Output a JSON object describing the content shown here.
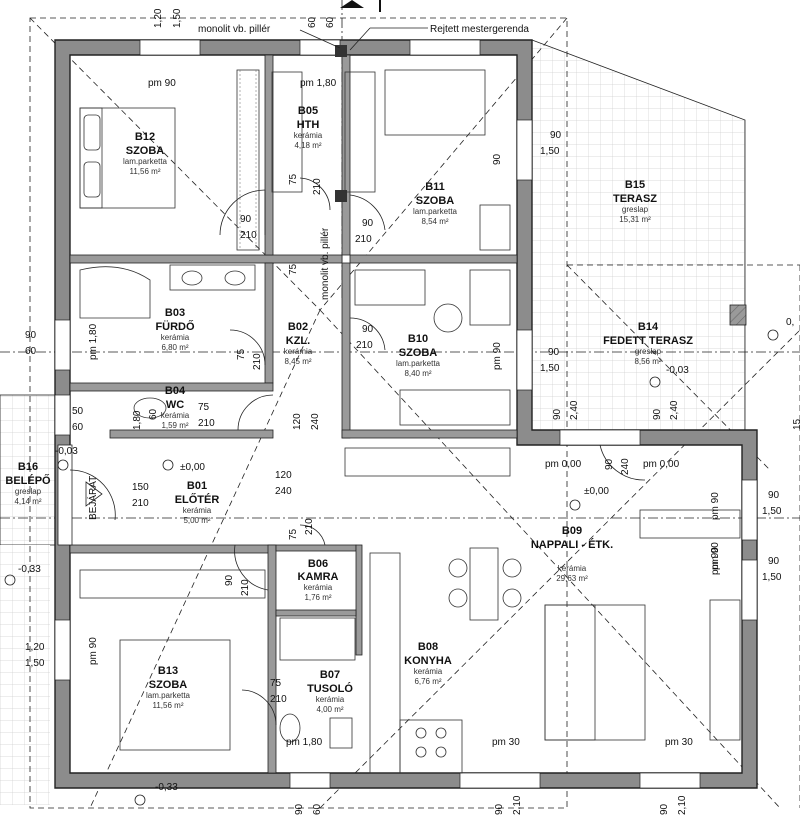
{
  "rooms": [
    {
      "id": "B12",
      "name": "SZOBA",
      "material": "lam.parketta",
      "area": "11,56 m²"
    },
    {
      "id": "B05",
      "name": "HTH",
      "material": "kerámia",
      "area": "4,18 m²"
    },
    {
      "id": "B11",
      "name": "SZOBA",
      "material": "lam.parketta",
      "area": "8,54 m²"
    },
    {
      "id": "B15",
      "name": "TERASZ",
      "material": "greslap",
      "area": "15,31 m²"
    },
    {
      "id": "B03",
      "name": "FÜRDŐ",
      "material": "kerámia",
      "area": "6,80 m²"
    },
    {
      "id": "B02",
      "name": "KZL.",
      "material": "kerámia",
      "area": "8,45 m²"
    },
    {
      "id": "B10",
      "name": "SZOBA",
      "material": "lam.parketta",
      "area": "8,40 m²"
    },
    {
      "id": "B14",
      "name": "FEDETT TERASZ",
      "material": "greslap",
      "area": "8,56 m²"
    },
    {
      "id": "B04",
      "name": "WC",
      "material": "kerámia",
      "area": "1,59 m²"
    },
    {
      "id": "B16",
      "name": "BELÉPŐ",
      "material": "greslap",
      "area": "4,14 m²"
    },
    {
      "id": "B01",
      "name": "ELŐTÉR",
      "material": "kerámia",
      "area": "5,00 m²"
    },
    {
      "id": "B09",
      "name": "NAPPALI - ÉTK.",
      "material": "kerámia",
      "area": "29,63 m²"
    },
    {
      "id": "B06",
      "name": "KAMRA",
      "material": "kerámia",
      "area": "1,76 m²"
    },
    {
      "id": "B13",
      "name": "SZOBA",
      "material": "lam.parketta",
      "area": "11,56 m²"
    },
    {
      "id": "B08",
      "name": "KONYHA",
      "material": "kerámia",
      "area": "6,76 m²"
    },
    {
      "id": "B07",
      "name": "TUSOLÓ",
      "material": "kerámia",
      "area": "4,00 m²"
    }
  ],
  "labels": {
    "pillar_top": "monolit vb. pillér",
    "beam": "Rejtett mestergerenda",
    "pillar_mid": "monolit vb. pillér",
    "entrance": "BEJÁRAT"
  },
  "dims": [
    "1,20",
    "1,50",
    "60",
    "60",
    "pm 90",
    "pm 1,80",
    "90",
    "1,50",
    "75",
    "210",
    "90",
    "210",
    "90",
    "210",
    "90",
    "60",
    "pm 1,80",
    "90",
    "210",
    "75",
    "210",
    "pm 90",
    "90",
    "1,50",
    "90",
    "2,40",
    "90",
    "2,40",
    "-0,03",
    "1,80",
    "60",
    "50",
    "60",
    "75",
    "210",
    "120",
    "240",
    "-0,03",
    "±0,00",
    "pm 0,00",
    "pm 0,00",
    "240",
    "90",
    "150",
    "210",
    "120",
    "240",
    "±0,00",
    "pm 90",
    "90",
    "1,50",
    "75",
    "210",
    "-0,33",
    "90",
    "210",
    "pm 90",
    "90",
    "1,50",
    "1,20",
    "1,50",
    "pm 90",
    "75",
    "210",
    "pm 1,80",
    "pm 30",
    "pm 30",
    "-0,33",
    "90",
    "60",
    "90",
    "2,10",
    "90",
    "2,10",
    "90",
    "75",
    "0,",
    "15",
    "pm 90"
  ]
}
